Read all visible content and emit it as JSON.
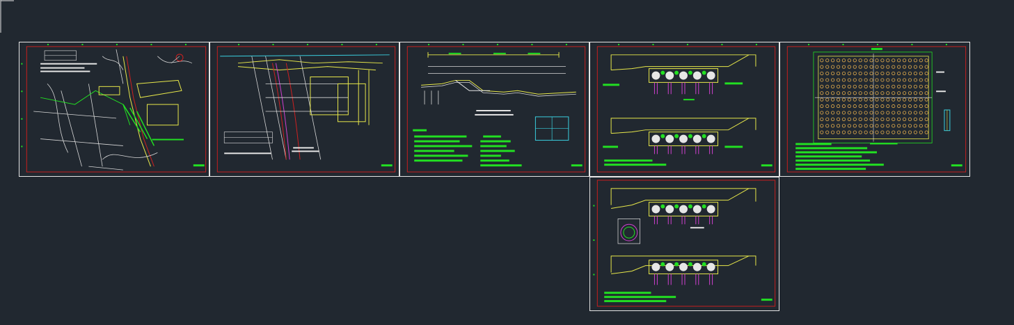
{
  "viewport": {
    "background": "#212830"
  },
  "colors": {
    "frame_white": "#e6e6e6",
    "border_red": "#c81e1e",
    "text_green": "#22e022",
    "line_yellow": "#e8e84a",
    "line_magenta": "#d040d0",
    "line_cyan": "#3ad0e0"
  },
  "layout_sheets": [
    {
      "id": "sheet-1",
      "content": "site-plan"
    },
    {
      "id": "sheet-2",
      "content": "slope-plan"
    },
    {
      "id": "sheet-3",
      "content": "longitudinal-section"
    },
    {
      "id": "sheet-4",
      "content": "pile-sections"
    },
    {
      "id": "sheet-5",
      "content": "pile-layout-plan"
    },
    {
      "id": "sheet-6",
      "content": "pile-sections-detail"
    }
  ],
  "icons": [
    "ucs-icon"
  ]
}
